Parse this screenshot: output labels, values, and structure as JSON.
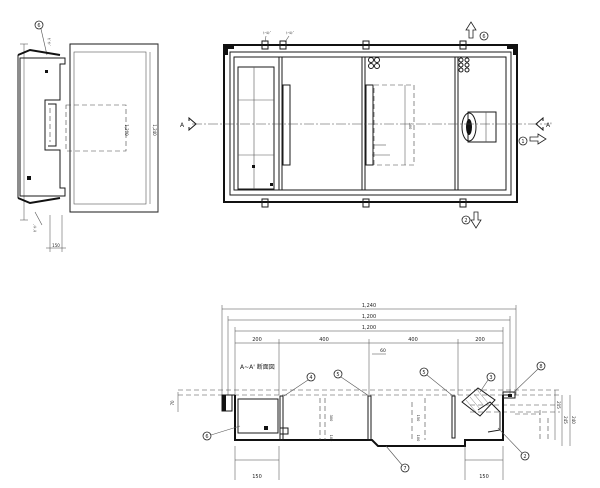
{
  "drawing": {
    "top_dims": {
      "overall": "1,240",
      "inner1": "1,200",
      "inner2": "1,200"
    },
    "segment_dims": [
      "200",
      "400",
      "400",
      "200"
    ],
    "bottom_dims": [
      "150",
      "150"
    ],
    "small_dim": "60",
    "section_title": "A~A' 断面図",
    "section_mark": "A",
    "section_mark_prime": "A'",
    "right_dims": [
      "215",
      "245",
      "240"
    ],
    "left_height": "70",
    "vertical_labels": [
      "300",
      "150",
      "100"
    ],
    "balloons": {
      "plan_top": "6",
      "plan_bottom": "2",
      "plan_right": "1",
      "sec_4": "4",
      "sec_5_left": "5",
      "sec_5_right": "5",
      "sec_3": "3",
      "sec_8": "8",
      "sec_6": "6",
      "sec_7": "7",
      "sec_2": "2",
      "side_6": "6"
    }
  }
}
